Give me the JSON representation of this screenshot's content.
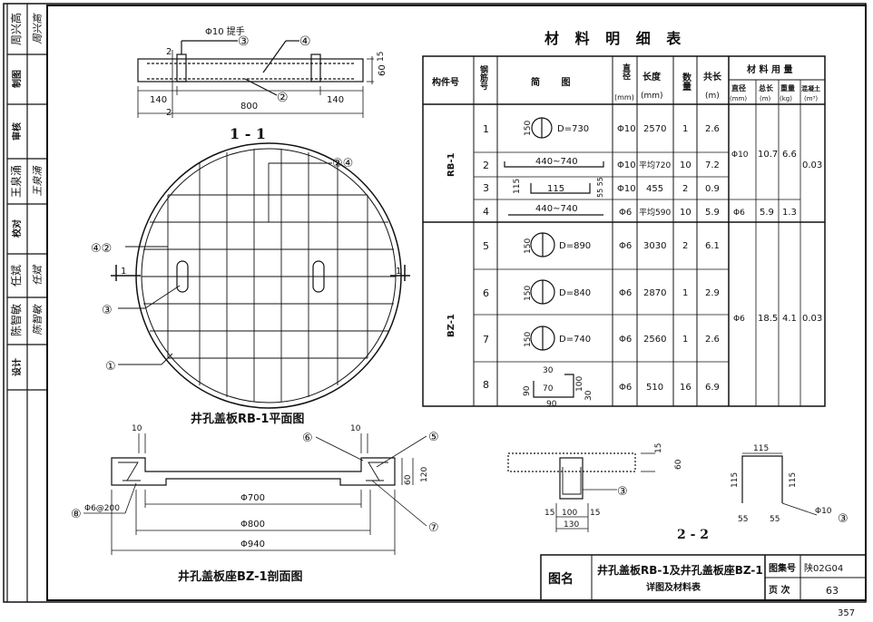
{
  "sidebar": {
    "rows": [
      {
        "role": "制图",
        "name": "周兴高",
        "signature": "周兴高"
      },
      {
        "role": "审核",
        "name": "陈智敏",
        "signature": "陈智敏"
      },
      {
        "role": "校对",
        "name": "王泉涌",
        "signature": "王泉涌"
      },
      {
        "role": "设计",
        "name": "任斌",
        "signature": "任斌"
      }
    ]
  },
  "section_1_1": {
    "title": "1 - 1",
    "labels": {
      "bar3": "Φ10 提手",
      "circle3": "③",
      "circle4": "④",
      "circle2": "②",
      "cut_top": "2",
      "cut_bottom": "2",
      "dim_left": "140",
      "dim_right": "140",
      "dim_total": "800",
      "dim_15": "15",
      "dim_60": "60"
    }
  },
  "plan": {
    "title": "井孔盖板RB-1平面图",
    "labels": {
      "c24": "②④",
      "c42": "④②",
      "c3": "③",
      "c1": "①",
      "cut_left": "1",
      "cut_right": "1"
    }
  },
  "table": {
    "title": "材 料 明 细 表",
    "headers": {
      "member": "构件号",
      "bar_no": "钢筋号",
      "sketch": "简 图",
      "diameter": "直径",
      "diameter_unit": "(mm)",
      "length": "长度",
      "length_unit": "(mm)",
      "count": "数量",
      "total_len": "共长",
      "total_len_unit": "(m)",
      "usage": "材 料 用 量",
      "u_dia": "直径",
      "u_dia_unit": "(mm)",
      "u_total": "总长",
      "u_total_unit": "(m)",
      "u_weight": "重量",
      "u_weight_unit": "(kg)",
      "u_concrete": "混凝土",
      "u_concrete_unit": "(m³)"
    },
    "groups": [
      {
        "member": "RB-1",
        "rows": [
          {
            "no": "1",
            "sketch_label": "D=730",
            "sketch_dim": "150",
            "dia": "Φ10",
            "len": "2570",
            "count": "1",
            "total": "2.6"
          },
          {
            "no": "2",
            "sketch_label": "440~740",
            "dia": "Φ10",
            "len": "平均720",
            "count": "10",
            "total": "7.2"
          },
          {
            "no": "3",
            "sketch_label": "115",
            "sketch_dim": "115",
            "sketch_dim2": "55 55",
            "dia": "Φ10",
            "len": "455",
            "count": "2",
            "total": "0.9"
          },
          {
            "no": "4",
            "sketch_label": "440~740",
            "dia": "Φ6",
            "len": "平均590",
            "count": "10",
            "total": "5.9"
          }
        ],
        "usage": [
          {
            "dia": "Φ10",
            "total": "10.7",
            "weight": "6.6"
          },
          {
            "dia": "Φ6",
            "total": "5.9",
            "weight": "1.3"
          }
        ],
        "concrete": "0.03"
      },
      {
        "member": "BZ-1",
        "rows": [
          {
            "no": "5",
            "sketch_label": "D=890",
            "sketch_dim": "150",
            "dia": "Φ6",
            "len": "3030",
            "count": "2",
            "total": "6.1"
          },
          {
            "no": "6",
            "sketch_label": "D=840",
            "sketch_dim": "150",
            "dia": "Φ6",
            "len": "2870",
            "count": "1",
            "total": "2.9"
          },
          {
            "no": "7",
            "sketch_label": "D=740",
            "sketch_dim": "150",
            "dia": "Φ6",
            "len": "2560",
            "count": "1",
            "total": "2.6"
          },
          {
            "no": "8",
            "sketch_label": "70",
            "sketch_dims": [
              "30",
              "90",
              "100",
              "30",
              "90"
            ],
            "dia": "Φ6",
            "len": "510",
            "count": "16",
            "total": "6.9"
          }
        ],
        "usage": [
          {
            "dia": "Φ6",
            "total": "18.5",
            "weight": "4.1"
          }
        ],
        "concrete": "0.03"
      }
    ]
  },
  "section_bz1": {
    "title": "井孔盖板座BZ-1剖面图",
    "labels": {
      "c6": "⑥",
      "c5": "⑤",
      "c7": "⑦",
      "c8": "⑧",
      "bar8": "Φ6@200",
      "d10a": "10",
      "d10b": "10",
      "d60": "60",
      "d120": "120",
      "d700": "Φ700",
      "d800": "Φ800",
      "d940": "Φ940"
    }
  },
  "section_2_2": {
    "title": "2 - 2",
    "labels": {
      "c3": "③",
      "d15": "15",
      "d60": "60",
      "d15a": "15",
      "d100": "100",
      "d15b": "15",
      "d130": "130"
    }
  },
  "handle_detail": {
    "labels": {
      "top": "115",
      "left": "115",
      "right": "115",
      "b1": "55",
      "b2": "55",
      "bar": "Φ10",
      "circle": "③"
    }
  },
  "title_block": {
    "name_label": "图名",
    "drawing_title_1": "井孔盖板RB-1及井孔盖板座BZ-1",
    "drawing_title_2": "详图及材料表",
    "atlas_label": "图集号",
    "atlas_value": "陕02G04",
    "page_label": "页 次",
    "page_value": "63"
  },
  "sheet_number": "357"
}
